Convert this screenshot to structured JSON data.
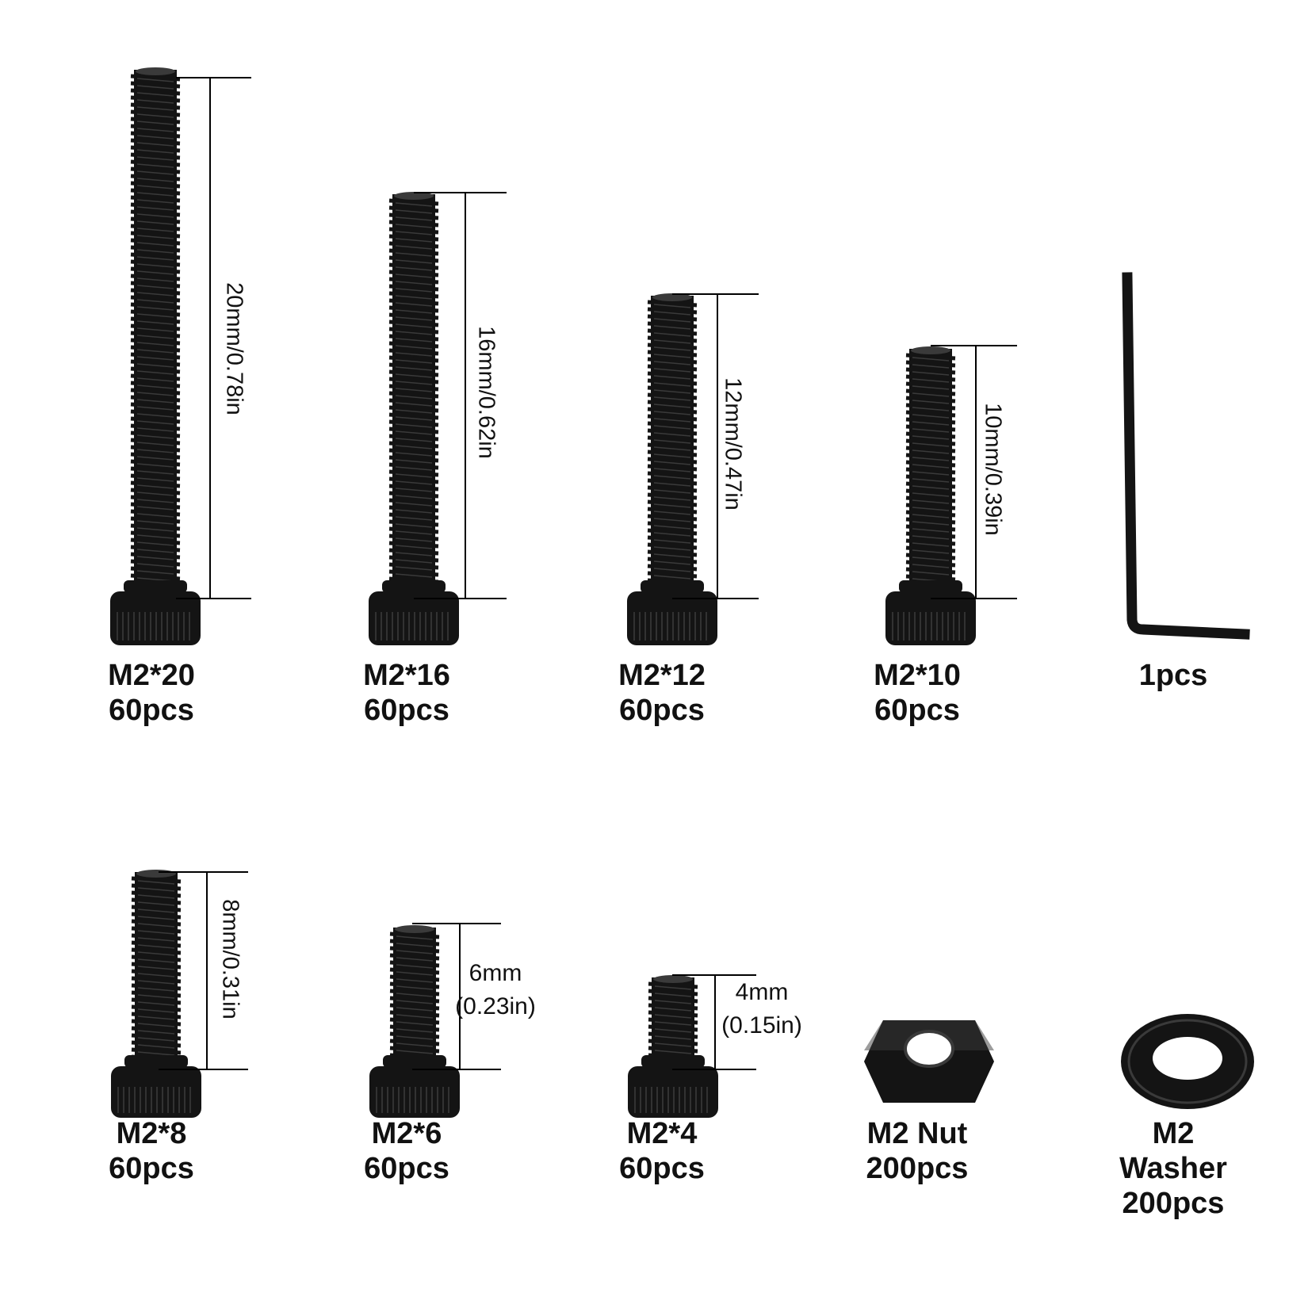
{
  "colors": {
    "metal": "#141414",
    "metal_highlight": "#3a3a3a",
    "line": "#000000",
    "text": "#111111"
  },
  "items": [
    {
      "size": "M2*20",
      "qty": "60pcs",
      "dimension": "20mm/0.78in"
    },
    {
      "size": "M2*16",
      "qty": "60pcs",
      "dimension": "16mm/0.62in"
    },
    {
      "size": "M2*12",
      "qty": "60pcs",
      "dimension": "12mm/0.47in"
    },
    {
      "size": "M2*10",
      "qty": "60pcs",
      "dimension": "10mm/0.39in"
    },
    {
      "qty": "1pcs",
      "icon": "hex-key-icon"
    },
    {
      "size": "M2*8",
      "qty": "60pcs",
      "dimension": "8mm/0.31in"
    },
    {
      "size": "M2*6",
      "qty": "60pcs",
      "dimension_line1": "6mm",
      "dimension_line2": "(0.23in)"
    },
    {
      "size": "M2*4",
      "qty": "60pcs",
      "dimension_line1": "4mm",
      "dimension_line2": "(0.15in)"
    },
    {
      "size": "M2 Nut",
      "qty": "200pcs",
      "icon": "hex-nut-icon"
    },
    {
      "size_line1": "M2",
      "size_line2": "Washer",
      "qty": "200pcs",
      "icon": "washer-icon"
    }
  ]
}
